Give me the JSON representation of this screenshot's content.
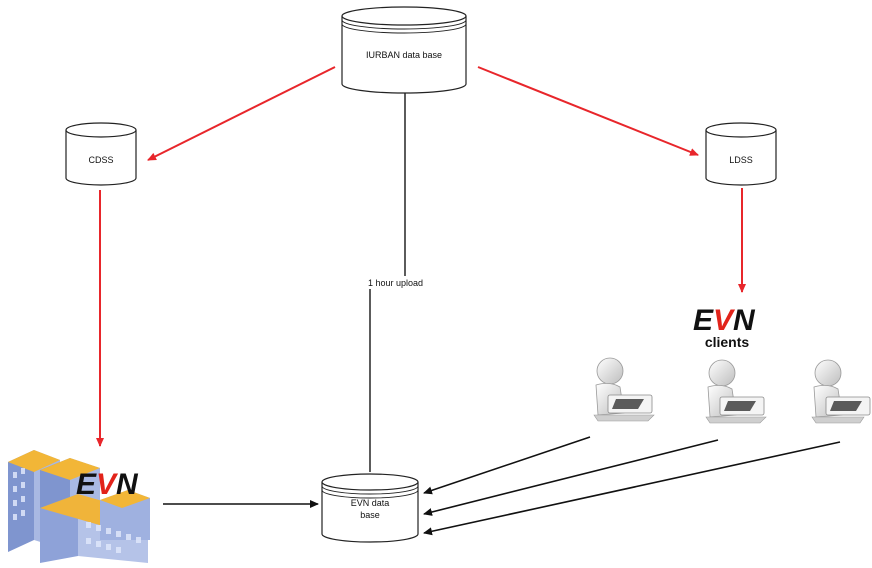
{
  "diagram": {
    "databases": {
      "iurban": {
        "label": "IURBAN data base"
      },
      "cdss": {
        "label": "CDSS"
      },
      "ldss": {
        "label": "LDSS"
      },
      "evn_db": {
        "label_line1": "EVN data",
        "label_line2": "base"
      }
    },
    "edge_labels": {
      "upload": "1 hour upload"
    },
    "evn_logo": {
      "e": "E",
      "v": "V",
      "n": "N"
    },
    "clients_label": "clients",
    "colors": {
      "red_arrow": "#e8262b",
      "black_arrow": "#111111",
      "evn_red": "#e2231a",
      "building_blue": "#8fa3d6",
      "building_roof": "#f0b43a"
    },
    "icons": [
      "database-icon",
      "building-icon",
      "user-at-computer-icon"
    ]
  }
}
